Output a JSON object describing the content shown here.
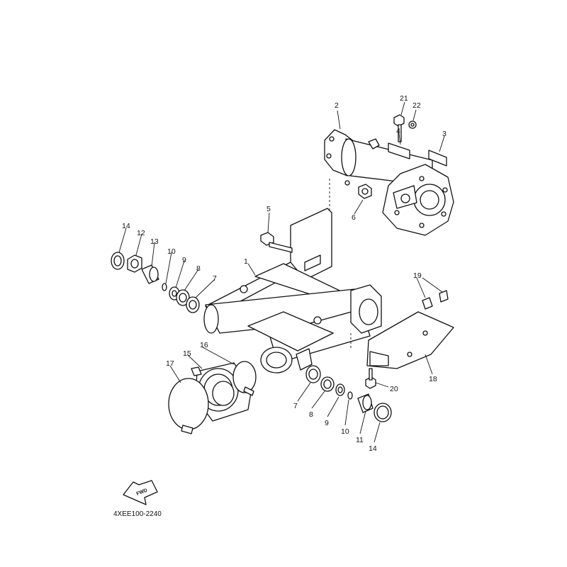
{
  "diagram": {
    "drawing_code": "4XEE100-2240",
    "fwd_label": "FWD",
    "callouts": [
      "1",
      "2",
      "3",
      "4",
      "5",
      "6",
      "7",
      "8",
      "9",
      "10",
      "11",
      "12",
      "13",
      "14",
      "15",
      "16",
      "17",
      "18",
      "19",
      "20",
      "21",
      "22",
      "7",
      "8",
      "9",
      "10",
      "14"
    ]
  }
}
